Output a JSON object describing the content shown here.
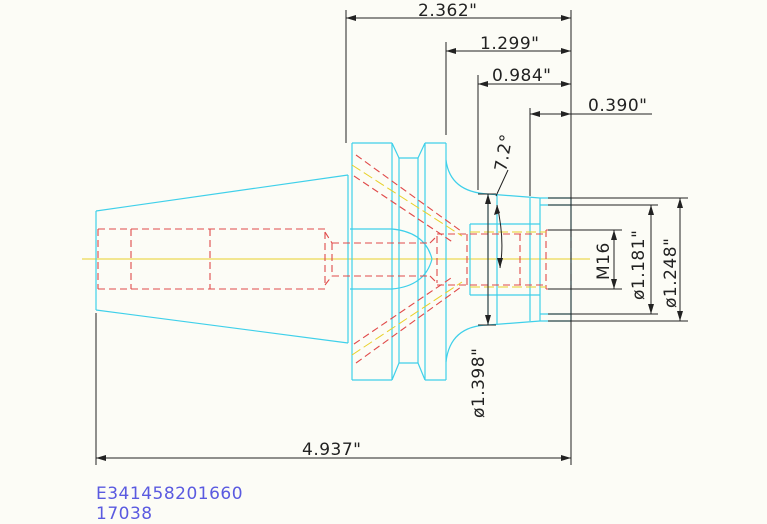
{
  "dimensions": {
    "overall_length": "4.937\"",
    "dim_2362": "2.362\"",
    "dim_1299": "1.299\"",
    "dim_0984": "0.984\"",
    "dim_0390": "0.390\"",
    "angle": "7.2°",
    "thread": "M16",
    "dia_1181": "ø1.181\"",
    "dia_1248": "ø1.248\"",
    "dia_1398": "ø1.398\""
  },
  "part_number": "E341458201660",
  "part_code": "17038",
  "colors": {
    "outline": "#3fd0ea",
    "hidden": "#e04a4a",
    "centerline": "#e8d02a",
    "dimension": "#222222",
    "code_text": "#5a5ae0"
  }
}
